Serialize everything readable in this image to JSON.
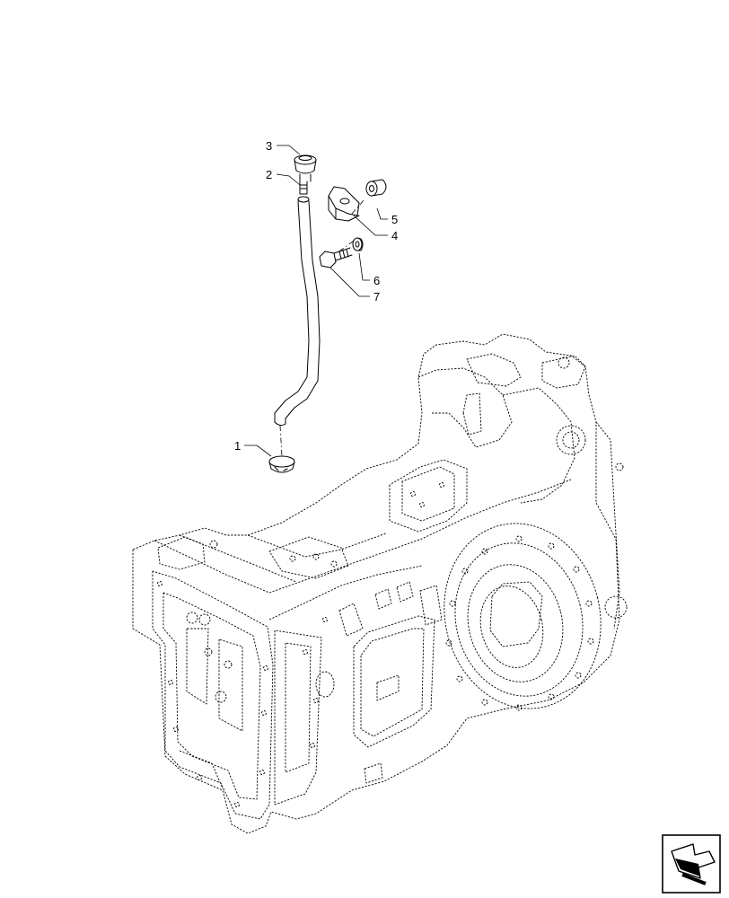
{
  "callouts": [
    {
      "id": "1",
      "label": "1",
      "part": "hose-clamp"
    },
    {
      "id": "2",
      "label": "2",
      "part": "breather-hose"
    },
    {
      "id": "3",
      "label": "3",
      "part": "breather-cap"
    },
    {
      "id": "4",
      "label": "4",
      "part": "clip"
    },
    {
      "id": "5",
      "label": "5",
      "part": "spacer"
    },
    {
      "id": "6",
      "label": "6",
      "part": "washer"
    },
    {
      "id": "7",
      "label": "7",
      "part": "bolt"
    }
  ],
  "nav_icon": {
    "name": "next-page-arrow-icon"
  },
  "colors": {
    "line": "#000000",
    "background": "#ffffff"
  }
}
